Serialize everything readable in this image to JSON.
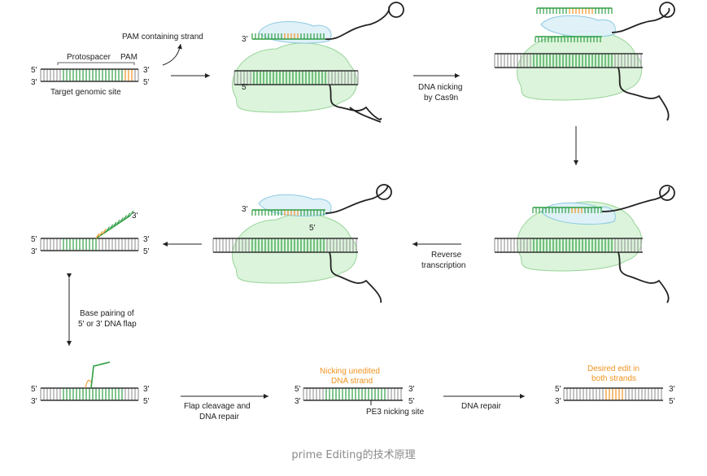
{
  "labels": {
    "pam_strand": "PAM containing strand",
    "protospacer": "Protospacer",
    "pam": "PAM",
    "target_site": "Target genomic site",
    "dna_nicking_1": "DNA nicking",
    "dna_nicking_2": "by Cas9n",
    "reverse_1": "Reverse",
    "reverse_2": "transcription",
    "base_pairing_1": "Base pairing of",
    "base_pairing_2": "5' or 3' DNA flap",
    "flap_1": "Flap cleavage and",
    "flap_2": "DNA repair",
    "nicking_unedited_1": "Nicking unedited",
    "nicking_unedited_2": "DNA strand",
    "pe3_site": "PE3 nicking site",
    "dna_repair": "DNA repair",
    "desired_1": "Desired edit in",
    "desired_2": "both strands",
    "five": "5'",
    "three": "3'"
  },
  "caption": "prime Editing的技术原理",
  "colors": {
    "green": "#2f9e44",
    "orange": "#f0931e",
    "gray": "#9c9c9c",
    "blob": "#d8f3d8",
    "blue": "#dff1f8"
  }
}
